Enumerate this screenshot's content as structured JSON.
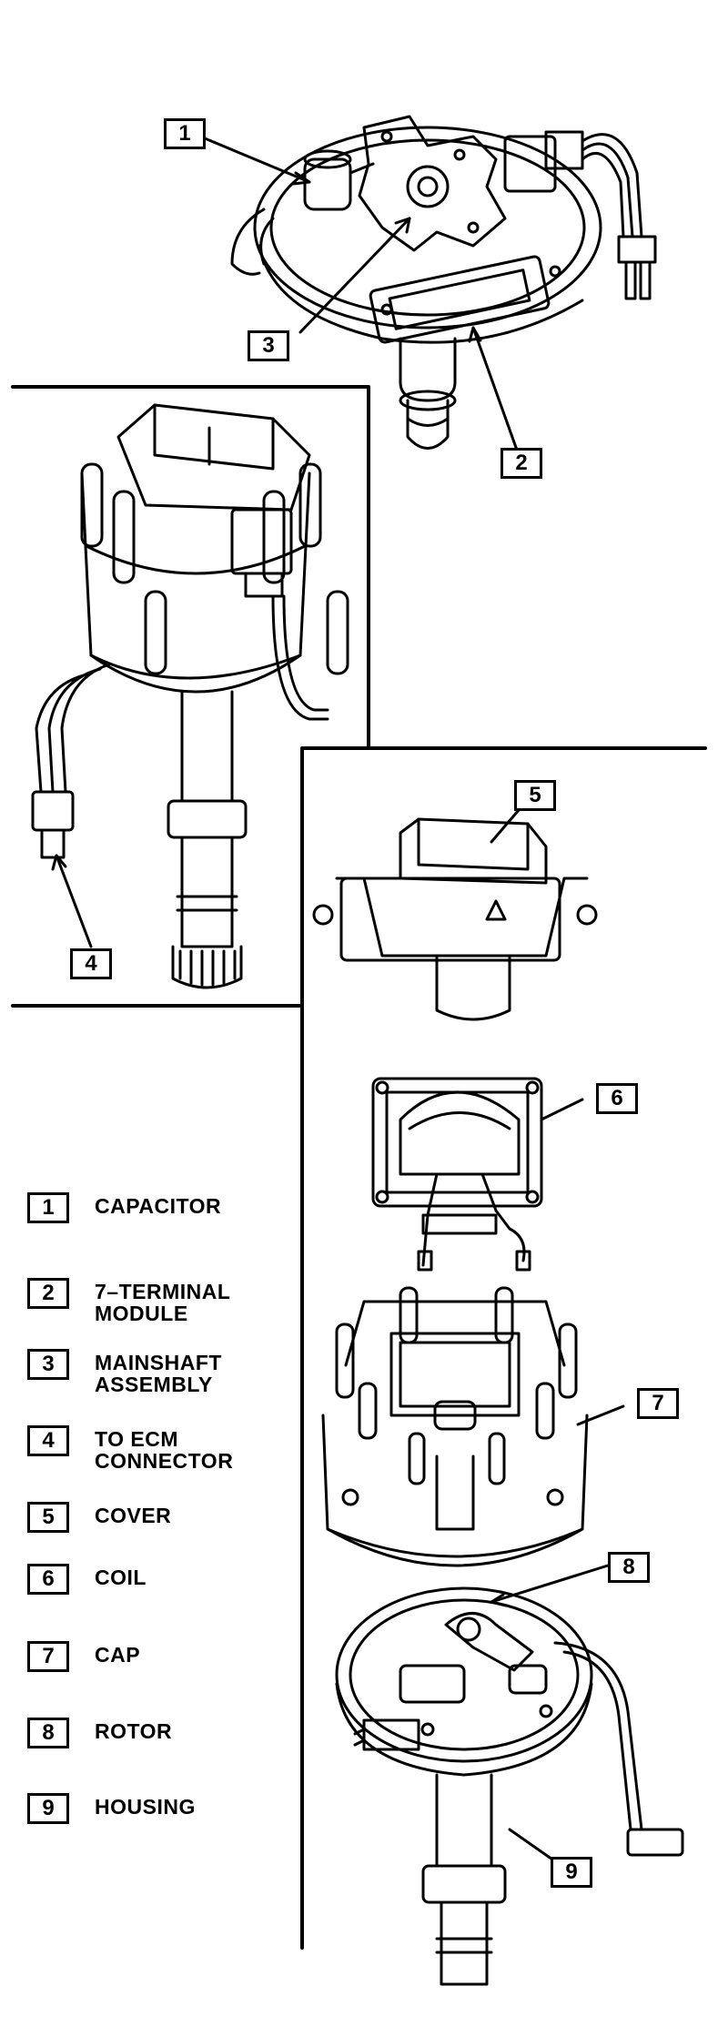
{
  "callouts": [
    "1",
    "2",
    "3",
    "4",
    "5",
    "6",
    "7",
    "8",
    "9"
  ],
  "legend": [
    {
      "num": "1",
      "label": "CAPACITOR"
    },
    {
      "num": "2",
      "label": "7–TERMINAL\nMODULE"
    },
    {
      "num": "3",
      "label": "MAINSHAFT\nASSEMBLY"
    },
    {
      "num": "4",
      "label": "TO ECM\nCONNECTOR"
    },
    {
      "num": "5",
      "label": "COVER"
    },
    {
      "num": "6",
      "label": "COIL"
    },
    {
      "num": "7",
      "label": "CAP"
    },
    {
      "num": "8",
      "label": "ROTOR"
    },
    {
      "num": "9",
      "label": "HOUSING"
    }
  ]
}
